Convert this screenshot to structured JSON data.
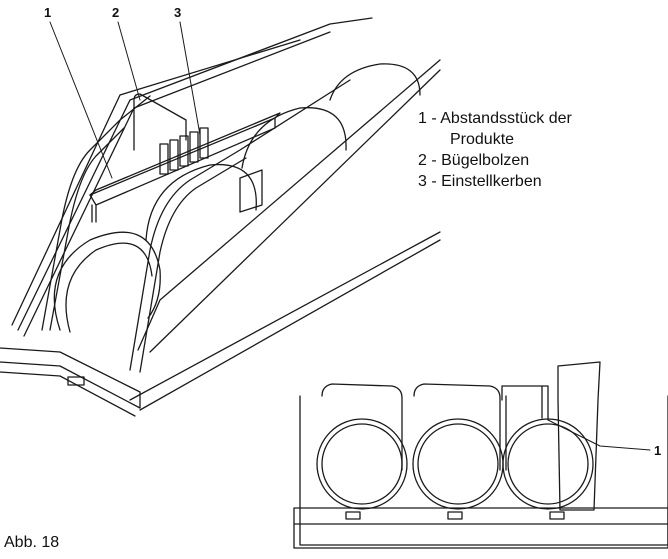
{
  "figure": {
    "caption": "Abb. 18",
    "callouts": [
      "1",
      "2",
      "3"
    ],
    "detail_callout": "1"
  },
  "legend": {
    "items": [
      {
        "num": "1",
        "label": "Abstandsstück der",
        "cont": "Produkte"
      },
      {
        "num": "2",
        "label": "Bügelbolzen"
      },
      {
        "num": "3",
        "label": "Einstellkerben"
      }
    ]
  }
}
